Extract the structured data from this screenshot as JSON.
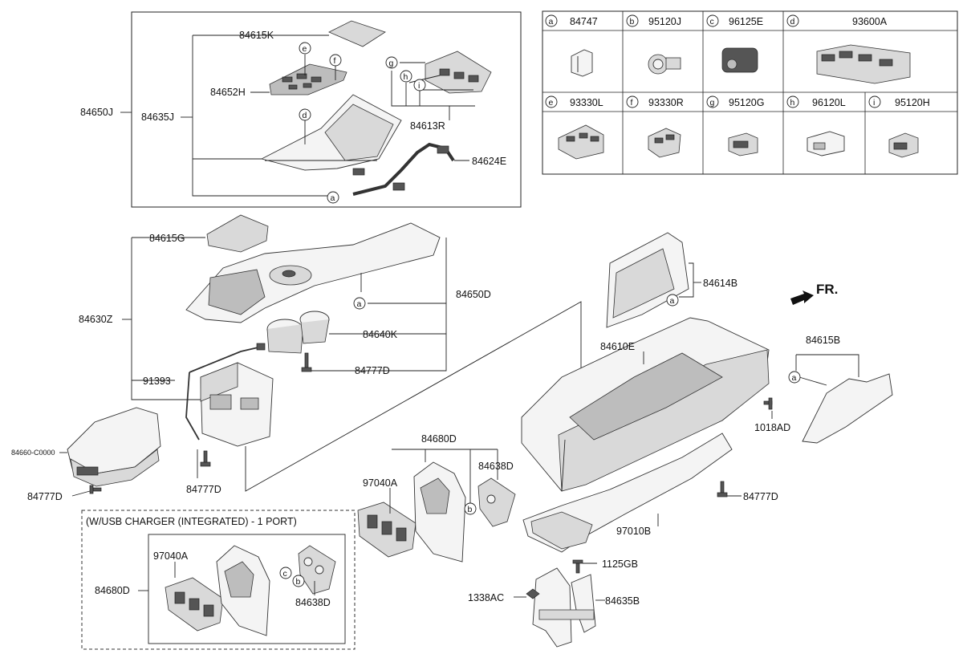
{
  "arrow_label": "FR.",
  "inset_note": "(W/USB CHARGER (INTEGRATED) - 1 PORT)",
  "legend": {
    "row1": [
      {
        "letter": "a",
        "part": "84747"
      },
      {
        "letter": "b",
        "part": "95120J"
      },
      {
        "letter": "c",
        "part": "96125E"
      },
      {
        "letter": "d",
        "part": "93600A"
      }
    ],
    "row2": [
      {
        "letter": "e",
        "part": "93330L"
      },
      {
        "letter": "f",
        "part": "93330R"
      },
      {
        "letter": "g",
        "part": "95120G"
      },
      {
        "letter": "h",
        "part": "96120L"
      },
      {
        "letter": "i",
        "part": "95120H"
      }
    ]
  },
  "callouts": {
    "p84615K": "84615K",
    "p84650J": "84650J",
    "p84635J": "84635J",
    "p84652H": "84652H",
    "p84613R": "84613R",
    "p84624E": "84624E",
    "p84615G": "84615G",
    "p84630Z": "84630Z",
    "p84650D": "84650D",
    "p84640K": "84640K",
    "p84777D_a": "84777D",
    "p91393": "91393",
    "p84660": "84660-C0000",
    "p84777D_b": "84777D",
    "p84777D_c": "84777D",
    "p84680D_a": "84680D",
    "p97040A_a": "97040A",
    "p84638D_a": "84638D",
    "p84614B": "84614B",
    "p84610E": "84610E",
    "p84615B": "84615B",
    "p1018AD": "1018AD",
    "p84777D_d": "84777D",
    "p97010B": "97010B",
    "p1125GB": "1125GB",
    "p1338AC": "1338AC",
    "p84635B": "84635B",
    "p97040A_b": "97040A",
    "p84680D_b": "84680D",
    "p84638D_b": "84638D"
  },
  "markers": {
    "e": "e",
    "f": "f",
    "d": "d",
    "a": "a",
    "g": "g",
    "h": "h",
    "i": "i",
    "b": "b",
    "c": "c"
  }
}
